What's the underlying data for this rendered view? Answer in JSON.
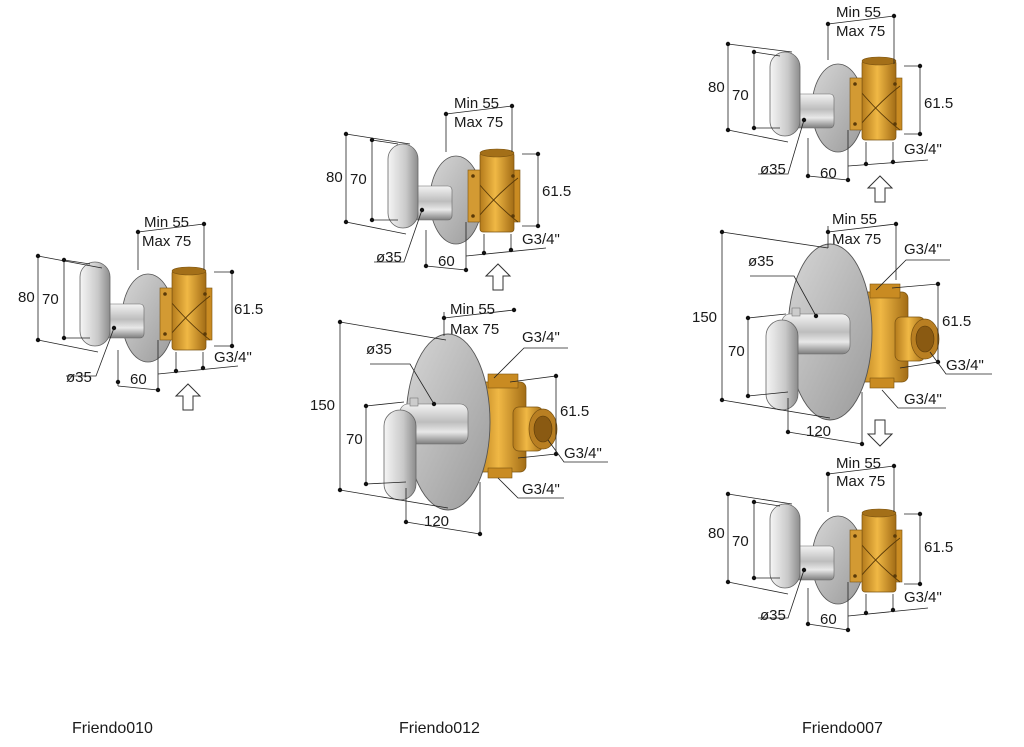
{
  "products": [
    {
      "name": "Friendo010",
      "type": "single-handle stop valve",
      "drawings": [
        {
          "min_depth": "Min 55",
          "max_depth": "Max 75",
          "height_outer": "80",
          "height_handle": "70",
          "diameter": "ø35",
          "rosette_width": "60",
          "body_height": "61.5",
          "thread": "G3/4\""
        }
      ],
      "flow_arrow": "up"
    },
    {
      "name": "Friendo012",
      "type": "stop valve + thermostatic mixer",
      "drawings": [
        {
          "min_depth": "Min 55",
          "max_depth": "Max 75",
          "height_outer": "80",
          "height_handle": "70",
          "diameter": "ø35",
          "rosette_width": "60",
          "body_height": "61.5",
          "thread": "G3/4\""
        },
        {
          "min_depth": "Min 55",
          "max_depth": "Max 75",
          "height_outer": "150",
          "height_handle": "70",
          "diameter": "ø35",
          "rosette_width": "120",
          "body_height": "61.5",
          "thread_top": "G3/4\"",
          "thread_side": "G3/4\"",
          "thread_bottom": "G3/4\""
        }
      ],
      "flow_arrow": "up"
    },
    {
      "name": "Friendo007",
      "type": "stop valve + thermostatic mixer + stop valve",
      "drawings": [
        {
          "min_depth": "Min 55",
          "max_depth": "Max 75",
          "height_outer": "80",
          "height_handle": "70",
          "diameter": "ø35",
          "rosette_width": "60",
          "body_height": "61.5",
          "thread": "G3/4\""
        },
        {
          "min_depth": "Min 55",
          "max_depth": "Max 75",
          "height_outer": "150",
          "height_handle": "70",
          "diameter": "ø35",
          "rosette_width": "120",
          "body_height": "61.5",
          "thread_top": "G3/4\"",
          "thread_side": "G3/4\"",
          "thread_bottom": "G3/4\""
        },
        {
          "min_depth": "Min 55",
          "max_depth": "Max 75",
          "height_outer": "80",
          "height_handle": "70",
          "diameter": "ø35",
          "rosette_width": "60",
          "body_height": "61.5",
          "thread": "G3/4\""
        }
      ],
      "flow_arrows": [
        "up",
        "down"
      ]
    }
  ],
  "colors": {
    "chrome_light": "#e6e6e6",
    "chrome_dark": "#8a8a8a",
    "brass": "#d89a2a",
    "brass_dark": "#9a6a18",
    "line": "#222222"
  }
}
